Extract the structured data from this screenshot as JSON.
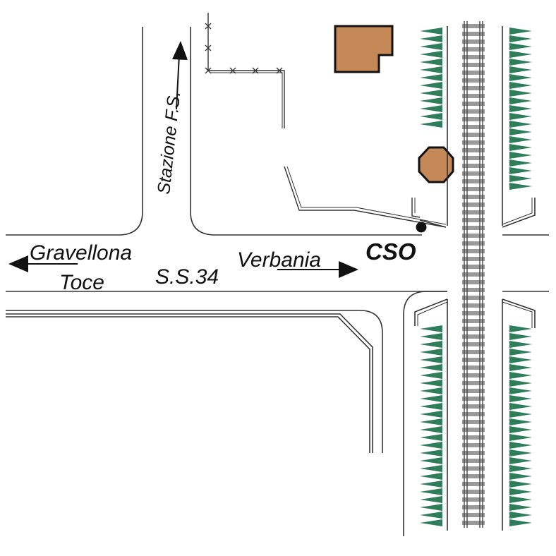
{
  "labels": {
    "station": "Stazione F.S.",
    "west_line1": "Gravellona",
    "west_line2": "Toce",
    "road_number": "S.S.34",
    "east": "Verbania",
    "marker": "CSO"
  },
  "colors": {
    "building": "#c48957",
    "tree": "#2e7d5b",
    "rail_tie": "#9a9a9a",
    "line": "#333333"
  },
  "icons": {
    "direction": "arrow-icon",
    "site": "location-dot-icon",
    "vegetation": "tree-icon",
    "fence_mark": "cross-icon"
  }
}
